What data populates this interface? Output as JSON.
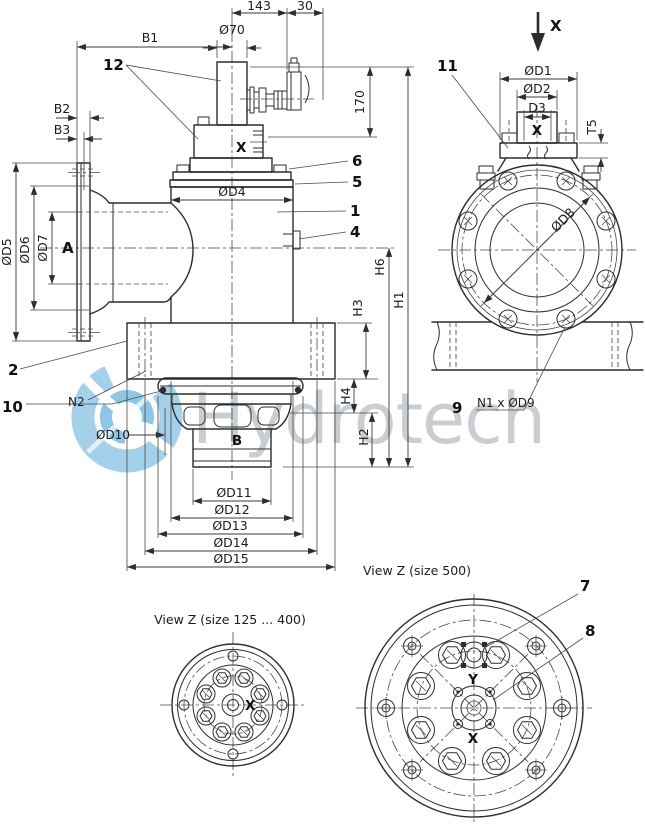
{
  "colors": {
    "line": "#2d2d2d",
    "accent_blue": "#9fcde8",
    "watermark_gray": "#c9ced3"
  },
  "watermark": {
    "text": "Hydrotech"
  },
  "main_view": {
    "dims": {
      "b1": "B1",
      "b2": "B2",
      "b3": "B3",
      "len143": "143",
      "len30": "30",
      "dia70": "Ø70",
      "len170": "170",
      "d4": "ØD4",
      "d5": "ØD5",
      "d6": "ØD6",
      "d7": "ØD7",
      "d10": "ØD10",
      "d11": "ØD11",
      "d12": "ØD12",
      "d13": "ØD13",
      "d14": "ØD14",
      "d15": "ØD15",
      "h1": "H1",
      "h2": "H2",
      "h3": "H3",
      "h4": "H4",
      "h6": "H6",
      "n2": "N2"
    },
    "labels": {
      "port_a": "A",
      "port_b": "B",
      "datum_x": "X"
    },
    "items": {
      "i1": "1",
      "i2": "2",
      "i4": "4",
      "i5": "5",
      "i6": "6",
      "i10": "10",
      "i12": "12"
    }
  },
  "front_view": {
    "dims": {
      "d1": "ØD1",
      "d2": "ØD2",
      "d3": "D3",
      "t5": "T5",
      "d8": "ØD8",
      "bolt_note": "N1 x ØD9"
    },
    "labels": {
      "view_arrow_x": "X",
      "datum_x": "X"
    },
    "items": {
      "i9": "9",
      "i11": "11"
    }
  },
  "view_z_small": {
    "title": "View Z (size 125 ... 400)",
    "center_label": "X"
  },
  "view_z_large": {
    "title": "View Z (size 500)",
    "x_label": "X",
    "y_label": "Y",
    "items": {
      "i7": "7",
      "i8": "8"
    }
  }
}
